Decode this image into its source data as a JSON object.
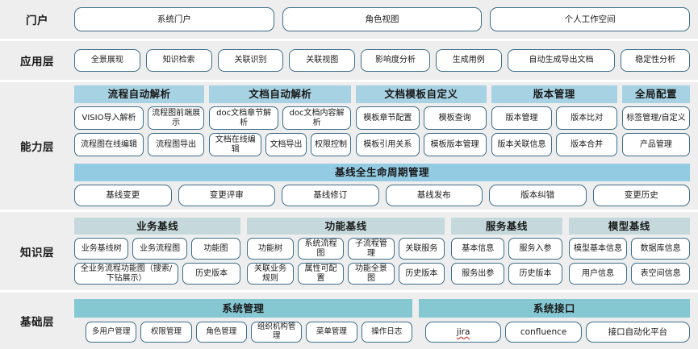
{
  "layers": [
    {
      "label": "门户",
      "items": [
        "系统门户",
        "角色视图",
        "个人工作空间"
      ]
    },
    {
      "label": "应用层",
      "items": [
        "全景展现",
        "知识检索",
        "关联识别",
        "关联视图",
        "影响度分析",
        "生成用例",
        "自动生成导出文档",
        "稳定性分析"
      ]
    },
    {
      "label": "能力层",
      "groups": [
        {
          "header": "流程自动解析",
          "row1": [
            "VISIO导入解析",
            "流程图前端展示"
          ],
          "row2": [
            "流程图在线编辑",
            "流程图导出"
          ]
        },
        {
          "header": "文档自动解析",
          "row1": [
            "doc文档章节解析",
            "doc文档内容解析"
          ],
          "row2": [
            "文档在线编辑",
            "文档导出",
            "权限控制"
          ]
        },
        {
          "header": "文档模板自定义",
          "row1": [
            "模板章节配置",
            "模板查询"
          ],
          "row2": [
            "模板引用关系",
            "模板版本管理"
          ]
        },
        {
          "header": "版本管理",
          "row1": [
            "版本管理",
            "版本比对"
          ],
          "row2": [
            "版本关联信息",
            "版本合并"
          ]
        },
        {
          "header": "全局配置",
          "row1": [
            "标签管理/自定义"
          ],
          "row2": [
            "产品管理"
          ]
        }
      ],
      "baseline": {
        "header": "基线全生命周期管理",
        "items": [
          "基线变更",
          "变更评审",
          "基线修订",
          "基线发布",
          "版本纠错",
          "变更历史"
        ]
      }
    },
    {
      "label": "知识层",
      "groups": [
        {
          "header": "业务基线",
          "row1": [
            "业务基线树",
            "业务流程图",
            "功能图"
          ],
          "row2": [
            "全业务流程功能图（搜索/下钻展示）",
            "历史版本"
          ]
        },
        {
          "header": "功能基线",
          "row1": [
            "功能树",
            "系统流程图",
            "子流程管理",
            "关联服务"
          ],
          "row2": [
            "关联业务规则",
            "属性可配置",
            "功能全景图",
            "历史版本"
          ]
        },
        {
          "header": "服务基线",
          "row1": [
            "基本信息",
            "服务入参"
          ],
          "row2": [
            "服务出参",
            "历史版本"
          ]
        },
        {
          "header": "模型基线",
          "row1": [
            "模型基本信息",
            "数据库信息"
          ],
          "row2": [
            "用户信息",
            "表空间信息"
          ]
        }
      ]
    },
    {
      "label": "基础层",
      "groups": [
        {
          "header": "系统管理",
          "row1": [
            "多用户管理",
            "权限管理",
            "角色管理",
            "组织机构管理",
            "菜单管理",
            "操作日志"
          ]
        },
        {
          "header": "系统接口",
          "row1": [
            "jira",
            "confluence",
            "接口自动化平台"
          ]
        }
      ]
    }
  ],
  "colors": {
    "row_background": "#eeeeee",
    "pill_border": "#3d6e8a",
    "capability_header": "#a7d2e3",
    "baseline_header": "#93cbe3",
    "knowledge_header": "#c5d9dc",
    "foundation_header": "#85c8d2",
    "page_background": "#ffffff",
    "spellcheck_underline": "#d93025"
  }
}
